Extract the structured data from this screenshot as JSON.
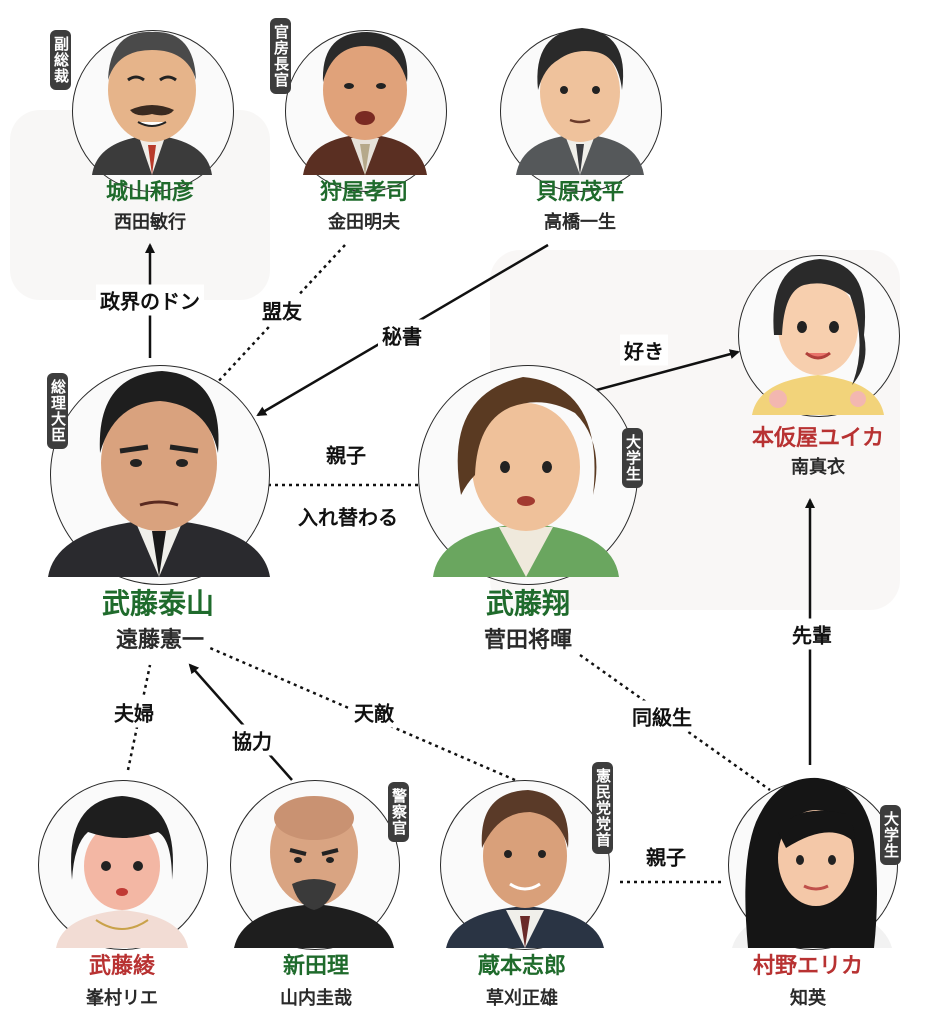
{
  "people": {
    "shiroyama": {
      "name": "城山和彦",
      "actor": "西田敏行",
      "badge": "副総裁",
      "color": "green"
    },
    "kariya": {
      "name": "狩屋孝司",
      "actor": "金田明夫",
      "badge": "官房長官",
      "color": "green"
    },
    "kaibara": {
      "name": "貝原茂平",
      "actor": "高橋一生",
      "badge": "",
      "color": "green"
    },
    "hongariya": {
      "name": "本仮屋ユイカ",
      "actor": "南真衣",
      "badge": "",
      "color": "red"
    },
    "taizan": {
      "name": "武藤泰山",
      "actor": "遠藤憲一",
      "badge": "総理大臣",
      "color": "green"
    },
    "sho": {
      "name": "武藤翔",
      "actor": "菅田将暉",
      "badge": "大学生",
      "color": "green"
    },
    "aya": {
      "name": "武藤綾",
      "actor": "峯村リエ",
      "badge": "",
      "color": "red"
    },
    "arata": {
      "name": "新田理",
      "actor": "山内圭哉",
      "badge": "警察官",
      "color": "green"
    },
    "kuramoto": {
      "name": "蔵本志郎",
      "actor": "草刈正雄",
      "badge": "憲民党党首",
      "color": "green"
    },
    "murano": {
      "name": "村野エリカ",
      "actor": "知英",
      "badge": "大学生",
      "color": "red"
    }
  },
  "relations": {
    "don": "政界のドン",
    "meiyu": "盟友",
    "hisho": "秘書",
    "suki": "好き",
    "oyako1": "親子",
    "irekawaru": "入れ替わる",
    "senpai": "先輩",
    "fuufu": "夫婦",
    "kyoryoku": "協力",
    "tenteki": "天敵",
    "dokyusei": "同級生",
    "oyako2": "親子"
  },
  "colors": {
    "name_green": "#1f6b2c",
    "name_red": "#b83232",
    "badge_bg": "#3d3d3d",
    "line": "#111111"
  }
}
